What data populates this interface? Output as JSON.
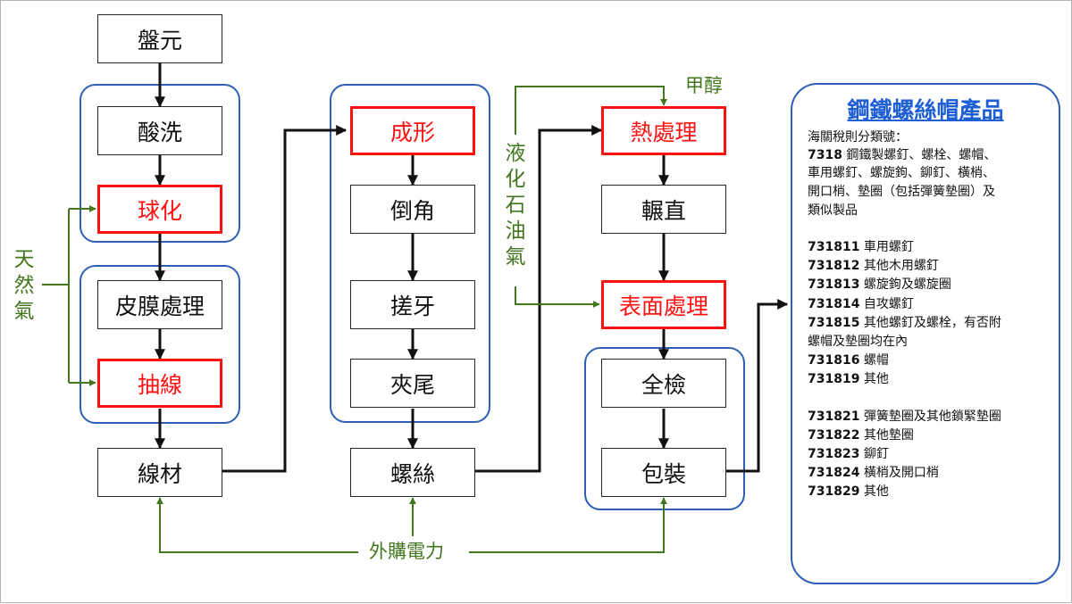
{
  "nodes": {
    "raw": "盤元",
    "pickling": "酸洗",
    "spheroidizing": "球化",
    "coating": "皮膜處理",
    "drawing": "抽線",
    "wire": "線材",
    "forming": "成形",
    "chamfer": "倒角",
    "threading": "搓牙",
    "tail": "夾尾",
    "screw": "螺絲",
    "heat": "熱處理",
    "rolling": "輾直",
    "surface": "表面處理",
    "inspection": "全檢",
    "packing": "包裝"
  },
  "inputs": {
    "natural_gas": [
      "天",
      "然",
      "氣"
    ],
    "lpg": [
      "液",
      "化",
      "石",
      "油",
      "氣"
    ],
    "methanol": "甲醇",
    "electricity": "外購電力"
  },
  "product": {
    "title": "鋼鐵螺絲帽產品",
    "heading": "海關稅則分類號：",
    "head_code": "7318",
    "head_lines": [
      "鋼鐵製螺釘、螺栓、螺帽、",
      "車用螺釘、螺旋鉤、鉚釘、橫梢、",
      "開口梢、墊圈（包括彈簧墊圈）及",
      "類似製品"
    ],
    "items": [
      {
        "code": "731811",
        "desc": "車用螺釘"
      },
      {
        "code": "731812",
        "desc": "其他木用螺釘"
      },
      {
        "code": "731813",
        "desc": "螺旋鉤及螺旋圈"
      },
      {
        "code": "731814",
        "desc": "自攻螺釘"
      },
      {
        "code": "731815",
        "desc": "其他螺釘及螺栓，有否附"
      },
      {
        "code": "",
        "desc": "螺帽及墊圈均在內"
      },
      {
        "code": "731816",
        "desc": "螺帽"
      },
      {
        "code": "731819",
        "desc": "其他"
      },
      {
        "code": "731821",
        "desc": "彈簧墊圈及其他鎖緊墊圈"
      },
      {
        "code": "731822",
        "desc": "其他墊圈"
      },
      {
        "code": "731823",
        "desc": "鉚釘"
      },
      {
        "code": "731824",
        "desc": "橫梢及開口梢"
      },
      {
        "code": "731829",
        "desc": "其他"
      }
    ]
  },
  "colors": {
    "process": "#262626",
    "key_process": "#ff1111",
    "group": "#2e5fb4",
    "input": "#43761f",
    "title": "#1f5fd6"
  }
}
